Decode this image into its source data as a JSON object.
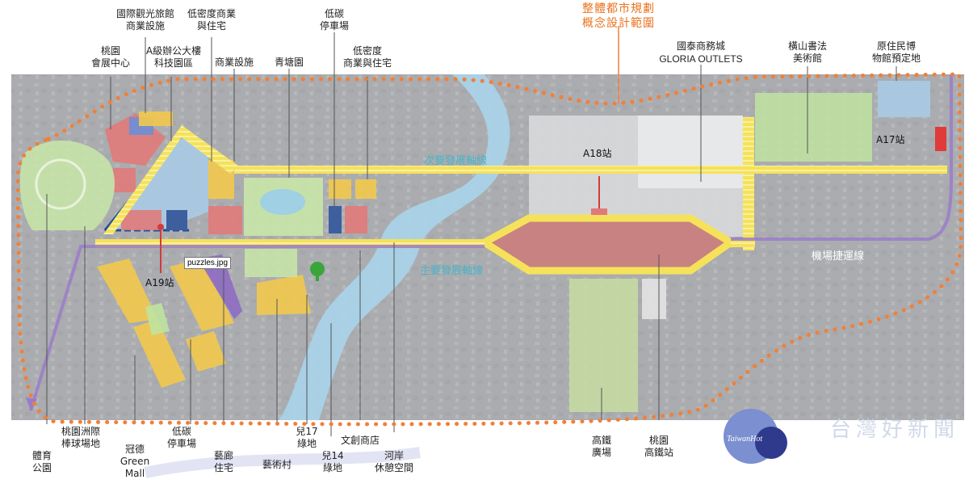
{
  "map": {
    "title": "整體都市規劃\n概念設計範圍",
    "axes": {
      "secondary": "次要發展軸線",
      "primary": "主要發展軸線"
    },
    "mrt_label": "機場捷運線",
    "stations": {
      "a17": "A17站",
      "a18": "A18站",
      "a19": "A19站"
    },
    "tooltip": "puzzles.jpg",
    "labels_top": {
      "intl_hotel": "國際觀光旅館\n商業設施",
      "low_density_top": "低密度商業\n與住宅",
      "exhibition": "桃園\n會展中心",
      "office": "A級辦公大樓\n科技園區",
      "commercial_top": "商業設施",
      "pond": "青塘園",
      "parking_top": "低碳\n停車場",
      "low_density_mid": "低密度\n商業與住宅",
      "gloria_cn": "國泰商務城",
      "gloria_en": "GLORIA OUTLETS",
      "calligraphy": "橫山書法\n美術館",
      "aboriginal": "原住民博\n物館預定地"
    },
    "labels_bottom": {
      "stadium_park": "體育\n公園",
      "baseball": "桃園洲際\n棒球場地",
      "green_mall": "冠德\nGreen\nMall",
      "parking_bottom": "低碳\n停車場",
      "art_gallery": "藝廊\n住宅",
      "art_village": "藝術村",
      "green17": "兒17\n綠地",
      "green14": "兒14\n綠地",
      "creative_shop": "文創商店",
      "riverside": "河岸\n休憩空間",
      "hsr_plaza": "高鐵\n廣場",
      "hsr_station": "桃園\n高鐵站"
    },
    "watermark": "台灣好新聞",
    "logo_text": "TaiwanHot",
    "colors": {
      "boundary": "#f0803a",
      "axis": "#f5e25a",
      "mrt": "#9b7bc9",
      "commercial": "#f2c94c",
      "residential_red": "#e07a7a",
      "green": "#bfe3a0",
      "blue": "#9cc6e8",
      "river": "#a8d4ea"
    }
  }
}
